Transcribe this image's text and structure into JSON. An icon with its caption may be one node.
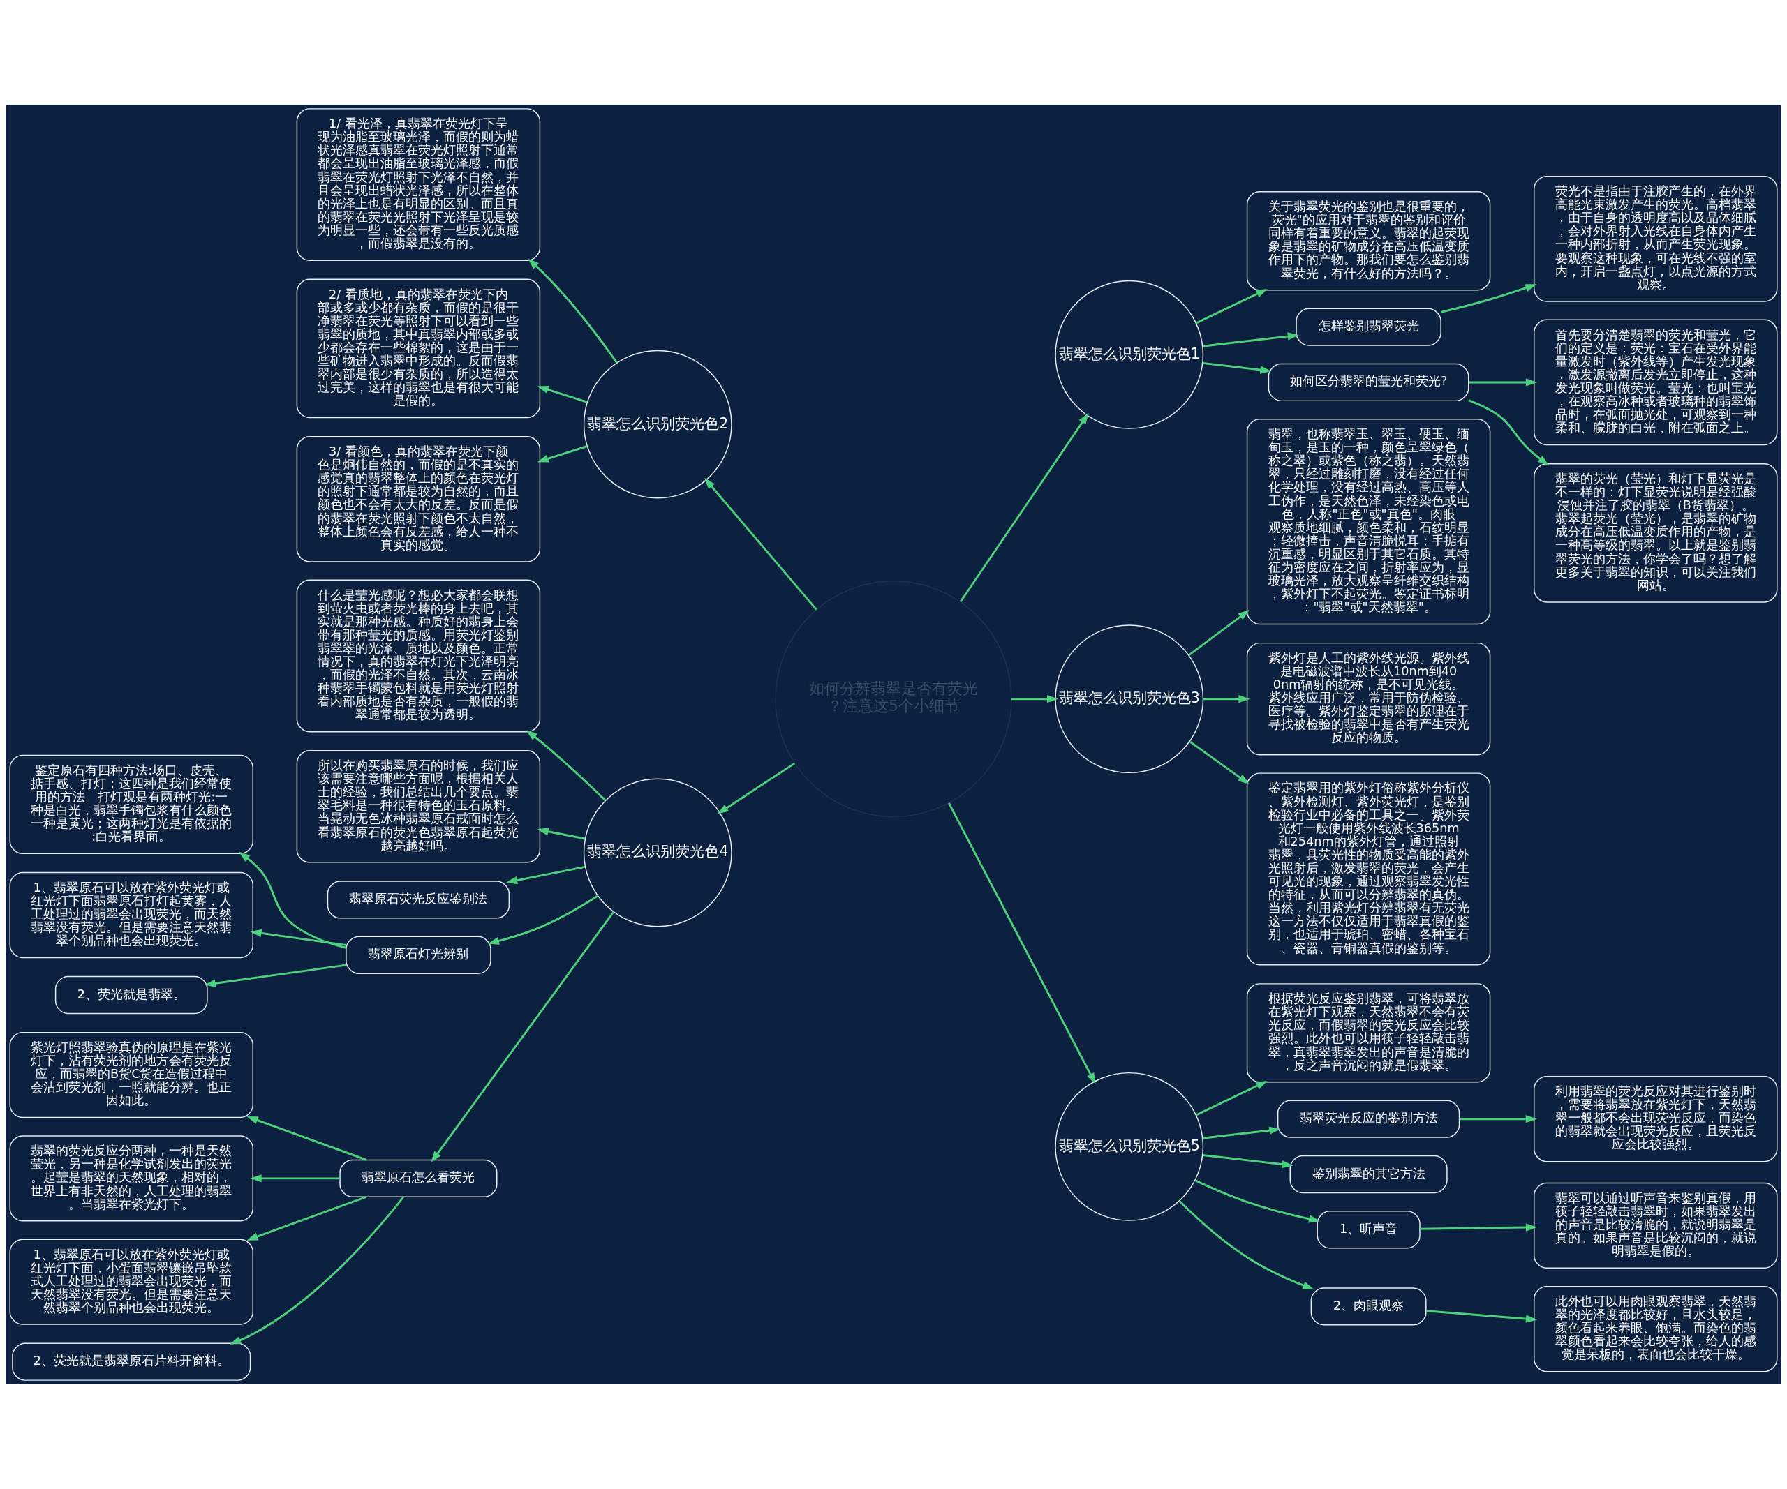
{
  "diagram": {
    "nodes": [
      {
        "text": [
          "如何分辨翡翠是否有荧光？注意这5个小细节"
        ]
      },
      {
        "text": [
          "翡翠怎么识别荧光色1"
        ]
      },
      {
        "text": [
          "关于翡翠荧光的鉴别也是很重要的，荧光\"的应用对于翡翠的鉴别和评价同样有着重要的意义。翡翠的起荧现象是翡翠的矿物成分在高压低温变质作用下的产物。那我们要怎么鉴别翡翠荧光，有什么好的方法吗？。"
        ]
      },
      {
        "text": [
          "怎样鉴别翡翠荧光"
        ]
      },
      {
        "text": [
          "荧光不是指由于注胶产生的，在外界高能光束激发产生的荧光。高档翡翠，由于自身的透明度高以及晶体细腻，会对外界射入光线在自身体内产生一种内部折射，从而产生荧光现象。要观察这种现象，可在光线不强的室内，开启一盏点灯，以点光源的方式观察。"
        ]
      },
      {
        "text": [
          "如何区分翡翠的莹光和荧光?"
        ]
      },
      {
        "text": [
          "首先要分清楚翡翠的荧光和莹光，它们的定义是：荧光：宝石在受外界能量激发时（紫外线等）产生发光现象，激发源撤离后发光立即停止，这种发光现象叫做荧光。莹光：也叫宝光，在观察高冰种或者玻璃种的翡翠饰品时，在弧面抛光处，可观察到一种柔和、朦胧的白光，附在弧面之上。"
        ]
      },
      {
        "text": [
          "翡翠的荧光（莹光）和灯下显荧光是不一样的：灯下显荧光说明是经强酸浸蚀并注了胶的翡翠（B货翡翠）。翡翠起荧光（莹光），是翡翠的矿物成分在高压低温变质作用的产物，是一种高等级的翡翠。以上就是鉴别翡翠荧光的方法，你学会了吗？想了解更多关于翡翠的知识，可以关注我们网站。"
        ]
      },
      {
        "text": [
          "翡翠怎么识别荧光色2"
        ]
      },
      {
        "text": [
          "1/ 看光泽，真翡翠在荧光灯下呈现为油脂至玻璃光泽，而假的则为蜡状光泽感真翡翠在荧光灯照射下通常都会呈现出油脂至玻璃光泽感，而假翡翠在荧光灯照射下光泽不自然，并且会呈现出蜡状光泽感，所以在整体的光泽上也是有明显的区别。而且真的翡翠在荧光光照射下光泽呈现是较为明显一些，还会带有一些反光质感，而假翡翠是没有的。"
        ]
      },
      {
        "text": [
          "2/ 看质地，真的翡翠在荧光下内部或多或少都有杂质，而假的是很干净翡翠在荧光等照射下可以看到一些翡翠的质地，其中真翡翠内部或多或少都会存在一些棉絮的，这是由于一些矿物进入翡翠中形成的。反而假翡翠内部是很少有杂质的，所以造得太过完美，这样的翡翠也是有很大可能是假的。"
        ]
      },
      {
        "text": [
          "3/ 看颜色，真的翡翠在荧光下颜色是炯伟自然的，而假的是不真实的感觉真的翡翠整体上的颜色在荧光灯的照射下通常都是较为自然的，而且颜色也不会有太大的反差。反而是假的翡翠在荧光照射下颜色不太自然，整体上颜色会有反差感，给人一种不真实的感觉。"
        ]
      },
      {
        "text": [
          "翡翠怎么识别荧光色3"
        ]
      },
      {
        "text": [
          "翡翠，也称翡翠玉、翠玉、硬玉、缅甸玉，是玉的一种，颜色呈翠绿色（称之翠）或紫色（称之翡）。天然翡翠，只经过雕刻打磨，没有经过任何化学处理，没有经过高热、高压等人工伪作，是天然色泽，未经染色或电色，人称\"正色\"或\"真色\"。肉眼观察质地细腻，颜色柔和，石纹明显；轻微撞击，声音清脆悦耳；手掂有沉重感，明显区别于其它石质。其特征为密度应在之间，折射率应为，显玻璃光泽，放大观察呈纤维交织结构，紫外灯下不起荧光。鉴定证书标明：\"翡翠\"或\"天然翡翠\"。"
        ]
      },
      {
        "text": [
          "紫外灯是人工的紫外线光源。紫外线是电磁波谱中波长从10nm到400nm辐射的统称，是不可见光线。紫外线应用广泛，常用于防伪检验、医疗等。紫外灯鉴定翡翠的原理在于寻找被检验的翡翠中是否有产生荧光反应的物质。"
        ]
      },
      {
        "text": [
          "鉴定翡翠用的紫外灯俗称紫外分析仪、紫外检测灯、紫外荧光灯，是鉴别检验行业中必备的工具之一。紫外荧光灯一般使用紫外线波长365nm和254nm的紫外灯管，通过照射翡翠，具荧光性的物质受高能的紫外光照射后，激发翡翠的荧光，会产生可见光的现象，通过观察翡翠发光性的特征，从而可以分辨翡翠的真伪。当然，利用紫光灯分辨翡翠有无荧光这一方法不仅仅适用于翡翠真假的鉴别，也适用于琥珀、密蜡、各种宝石、瓷器、青铜器真假的鉴别等。"
        ]
      },
      {
        "text": [
          "翡翠怎么识别荧光色4"
        ]
      },
      {
        "text": [
          "什么是莹光感呢？想必大家都会联想到萤火虫或者荧光棒的身上去吧，其实就是那种光感。种质好的翡身上会带有那种莹光的质感。用荧光灯鉴别翡翠翠的光泽、质地以及颜色。正常情况下，真的翡翠在灯光下光泽明亮，而假的光泽不自然。其次，云南冰种翡翠手镯蒙包料就是用荧光灯照射看内部质地是否有杂质，一般假的翡翠通常都是较为透明。"
        ]
      },
      {
        "text": [
          "所以在购买翡翠原石的时候，我们应该需要注意哪些方面呢，根据相关人士的经验，我们总结出几个要点。翡翠毛料是一种很有特色的玉石原料。当晃动无色冰种翡翠原石戒面时怎么看翡翠原石的荧光色翡翠原石起荧光越亮越好吗。"
        ]
      },
      {
        "text": [
          "翡翠原石荧光反应鉴别法"
        ]
      },
      {
        "text": [
          "翡翠原石灯光辨别"
        ]
      },
      {
        "text": [
          "鉴定原石有四种方法:场口、皮壳、掂手感、打灯；这四种是我们经常使用的方法。打灯观是有两种灯光:一种是白光，翡翠手镯包浆有什么颜色一种是黄光；这两种灯光是有依据的:白光看界面。"
        ]
      },
      {
        "text": [
          "1、翡翠原石可以放在紫外荧光灯或红光灯下面翡翠原石打灯起黄雾，人工处理过的翡翠会出现荧光，而天然翡翠没有荧光。但是需要注意天然翡翠个别品种也会出现荧光。"
        ]
      },
      {
        "text": [
          "2、荧光就是翡翠。"
        ]
      },
      {
        "text": [
          "翡翠原石怎么看荧光"
        ]
      },
      {
        "text": [
          "紫光灯照翡翠验真伪的原理是在紫光灯下，沾有荧光剂的地方会有荧光反应，而翡翠的B货C货在造假过程中会沾到荧光剂，一照就能分辨。也正因如此。"
        ]
      },
      {
        "text": [
          "翡翠的荧光反应分两种，一种是天然莹光，另一种是化学试剂发出的荧光。起莹是翡翠的天然现象，相对的，世界上有非天然的，人工处理的翡翠。当翡翠在紫光灯下。"
        ]
      },
      {
        "text": [
          "1、翡翠原石可以放在紫外荧光灯或红光灯下面，小蛋面翡翠镶嵌吊坠款式人工处理过的翡翠会出现荧光，而天然翡翠没有荧光。但是需要注意天然翡翠个别品种也会出现荧光。"
        ]
      },
      {
        "text": [
          "2、荧光就是翡翠原石片料开窗料。"
        ]
      },
      {
        "text": [
          "翡翠怎么识别荧光色5"
        ]
      },
      {
        "text": [
          "根据荧光反应鉴别翡翠，可将翡翠放在紫光灯下观察，天然翡翠不会有荧光反应，而假翡翠的荧光反应会比较强烈。此外也可以用筷子轻轻敲击翡翠，真翡翠翡翠发出的声音是清脆的，反之声音沉闷的就是假翡翠。"
        ]
      },
      {
        "text": [
          "翡翠荧光反应的鉴别方法"
        ]
      },
      {
        "text": [
          "利用翡翠的荧光反应对其进行鉴别时，需要将翡翠放在紫光灯下，天然翡翠一般都不会出现荧光反应，而染色的翡翠就会出现荧光反应，且荧光反应会比较强烈。"
        ]
      },
      {
        "text": [
          "鉴别翡翠的其它方法"
        ]
      },
      {
        "text": [
          "1、听声音"
        ]
      },
      {
        "text": [
          "翡翠可以通过听声音来鉴别真假，用筷子轻轻敲击翡翠时，如果翡翠发出的声音是比较清脆的，就说明翡翠是真的。如果声音是比较沉闷的，就说明翡翠是假的。"
        ]
      },
      {
        "text": [
          "2、肉眼观察"
        ]
      },
      {
        "text": [
          "此外也可以用肉眼观察翡翠，天然翡翠的光泽度都比较好，且水头较足，颜色看起来养眼、饱满。而染色的翡翠颜色看起来会比较夸张，给人的感觉是呆板的，表面也会比较干燥。"
        ]
      }
    ],
    "edges": [
      {
        "from": 0,
        "to": 1,
        "arrow": "to"
      },
      {
        "from": 1,
        "to": 2,
        "arrow": "to"
      },
      {
        "from": 1,
        "to": 3,
        "arrow": "to"
      },
      {
        "from": 3,
        "to": 4,
        "arrow": "to"
      },
      {
        "from": 1,
        "to": 5,
        "arrow": "to"
      },
      {
        "from": 5,
        "to": 6,
        "arrow": "to"
      },
      {
        "from": 5,
        "to": 7,
        "arrow": "to"
      },
      {
        "from": 0,
        "to": 8,
        "arrow": "to"
      },
      {
        "from": 8,
        "to": 9,
        "arrow": "to"
      },
      {
        "from": 8,
        "to": 10,
        "arrow": "to"
      },
      {
        "from": 8,
        "to": 11,
        "arrow": "to"
      },
      {
        "from": 0,
        "to": 12,
        "arrow": "to"
      },
      {
        "from": 12,
        "to": 13,
        "arrow": "to"
      },
      {
        "from": 12,
        "to": 14,
        "arrow": "to"
      },
      {
        "from": 12,
        "to": 15,
        "arrow": "to"
      },
      {
        "from": 0,
        "to": 16,
        "arrow": "to"
      },
      {
        "from": 16,
        "to": 17,
        "arrow": "to"
      },
      {
        "from": 16,
        "to": 18,
        "arrow": "to"
      },
      {
        "from": 16,
        "to": 19,
        "arrow": "to"
      },
      {
        "from": 16,
        "to": 20,
        "arrow": "to"
      },
      {
        "from": 20,
        "to": 21,
        "arrow": "to"
      },
      {
        "from": 20,
        "to": 22,
        "arrow": "to"
      },
      {
        "from": 20,
        "to": 23,
        "arrow": "to"
      },
      {
        "from": 16,
        "to": 24,
        "arrow": "to"
      },
      {
        "from": 24,
        "to": 25,
        "arrow": "to"
      },
      {
        "from": 24,
        "to": 26,
        "arrow": "to"
      },
      {
        "from": 24,
        "to": 27,
        "arrow": "to"
      },
      {
        "from": 24,
        "to": 28,
        "arrow": "to"
      },
      {
        "from": 0,
        "to": 29,
        "arrow": "to"
      },
      {
        "from": 29,
        "to": 30,
        "arrow": "to"
      },
      {
        "from": 29,
        "to": 31,
        "arrow": "to"
      },
      {
        "from": 31,
        "to": 32,
        "arrow": "to"
      },
      {
        "from": 29,
        "to": 33,
        "arrow": "to"
      },
      {
        "from": 29,
        "to": 34,
        "arrow": "to"
      },
      {
        "from": 34,
        "to": 35,
        "arrow": "to"
      },
      {
        "from": 29,
        "to": 36,
        "arrow": "to"
      },
      {
        "from": 36,
        "to": 37,
        "arrow": "to"
      }
    ]
  }
}
